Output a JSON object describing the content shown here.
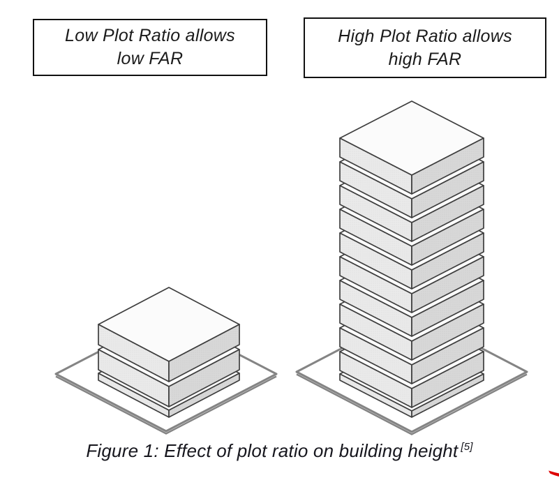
{
  "figure": {
    "labels": {
      "low": {
        "line1": "Low Plot Ratio allows",
        "line2": "low FAR"
      },
      "high": {
        "line1": "High Plot Ratio allows",
        "line2": "high FAR"
      }
    },
    "buildings": [
      {
        "id": "low",
        "name": "low-plot-ratio-building",
        "floors": 2,
        "has_base_slab": true
      },
      {
        "id": "high",
        "name": "high-plot-ratio-building",
        "floors": 10,
        "has_base_slab": true
      }
    ],
    "caption": {
      "text": "Figure 1: Effect of plot ratio on building height",
      "reference": "[5]"
    },
    "colors": {
      "background": "#ffffff",
      "top_face": "#fbfbfb",
      "left_face": "#eaeaea",
      "right_face": "#d8d8d8",
      "edge": "#3d3d3d",
      "plate_fill": "#ffffff",
      "plate_stroke": "#848484",
      "texture_dot": "#8f8f8f",
      "box_border": "#111111",
      "text": "#1b1b1b",
      "pen_mark_red": "#dd0000"
    },
    "annotations": [
      {
        "name": "red-pen-mark"
      }
    ]
  }
}
